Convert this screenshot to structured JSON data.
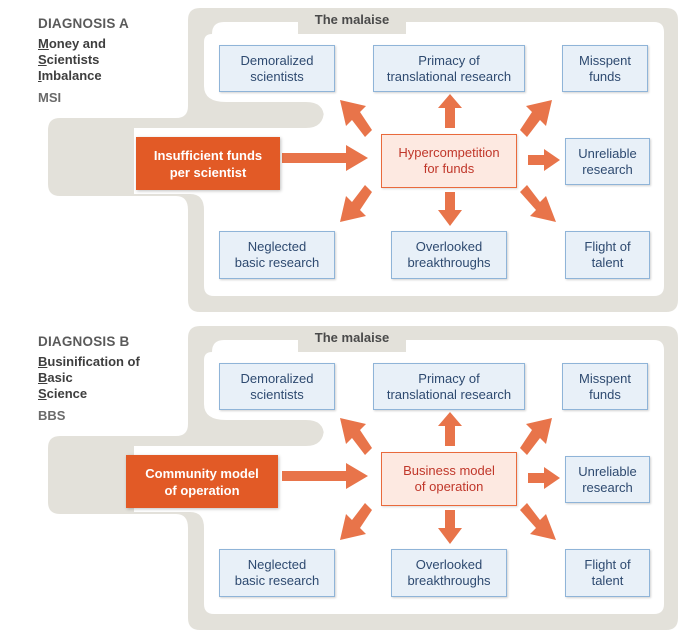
{
  "diagrams": [
    {
      "heading": "DIAGNOSIS A",
      "name_lines": [
        {
          "initial": "M",
          "rest": "oney and"
        },
        {
          "initial": "S",
          "rest": "cientists"
        },
        {
          "initial": "I",
          "rest": "mbalance"
        }
      ],
      "abbreviation": "MSI",
      "malaise_label": "The malaise",
      "cause": "Insufficient funds\nper scientist",
      "center": "Hypercompetition\nfor funds",
      "effects": {
        "demoralized": "Demoralized\nscientists",
        "translational": "Primacy of\ntranslational research",
        "misspent": "Misspent\nfunds",
        "unreliable": "Unreliable\nresearch",
        "flight": "Flight of\ntalent",
        "overlooked": "Overlooked\nbreakthroughs",
        "neglected": "Neglected\nbasic research"
      }
    },
    {
      "heading": "DIAGNOSIS B",
      "name_lines": [
        {
          "initial": "B",
          "rest": "usinification of"
        },
        {
          "initial": "B",
          "rest": "asic"
        },
        {
          "initial": "S",
          "rest": "cience"
        }
      ],
      "abbreviation": "BBS",
      "malaise_label": "The malaise",
      "cause": "Community model\nof operation",
      "center": "Business model\nof operation",
      "effects": {
        "demoralized": "Demoralized\nscientists",
        "translational": "Primacy of\ntranslational research",
        "misspent": "Misspent\nfunds",
        "unreliable": "Unreliable\nresearch",
        "flight": "Flight of\ntalent",
        "overlooked": "Overlooked\nbreakthroughs",
        "neglected": "Neglected\nbasic research"
      }
    }
  ],
  "colors": {
    "frame_gray": "#e3e1da",
    "effect_fill": "#e8f0f8",
    "effect_border": "#8fb4d8",
    "center_fill": "#fde9e1",
    "accent_orange": "#e25a26"
  }
}
